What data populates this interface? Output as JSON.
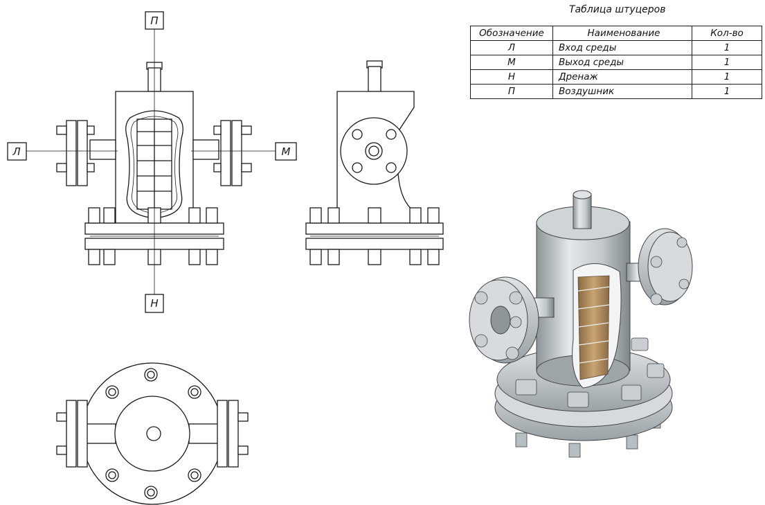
{
  "table": {
    "title": "Таблица штуцеров",
    "headers": [
      "Обозначение",
      "Наименование",
      "Кол-во"
    ],
    "rows": [
      {
        "designation": "Л",
        "name": "Вход среды",
        "qty": "1"
      },
      {
        "designation": "М",
        "name": "Выход среды",
        "qty": "1"
      },
      {
        "designation": "Н",
        "name": "Дренаж",
        "qty": "1"
      },
      {
        "designation": "П",
        "name": "Воздушник",
        "qty": "1"
      }
    ]
  },
  "callouts": {
    "inlet": "Л",
    "outlet": "М",
    "drain": "Н",
    "vent": "П"
  },
  "colors": {
    "line": "#1a1a1a",
    "metal": "#c7cdd0",
    "metal_dark": "#8d9599",
    "filter": "#b08a5a"
  }
}
